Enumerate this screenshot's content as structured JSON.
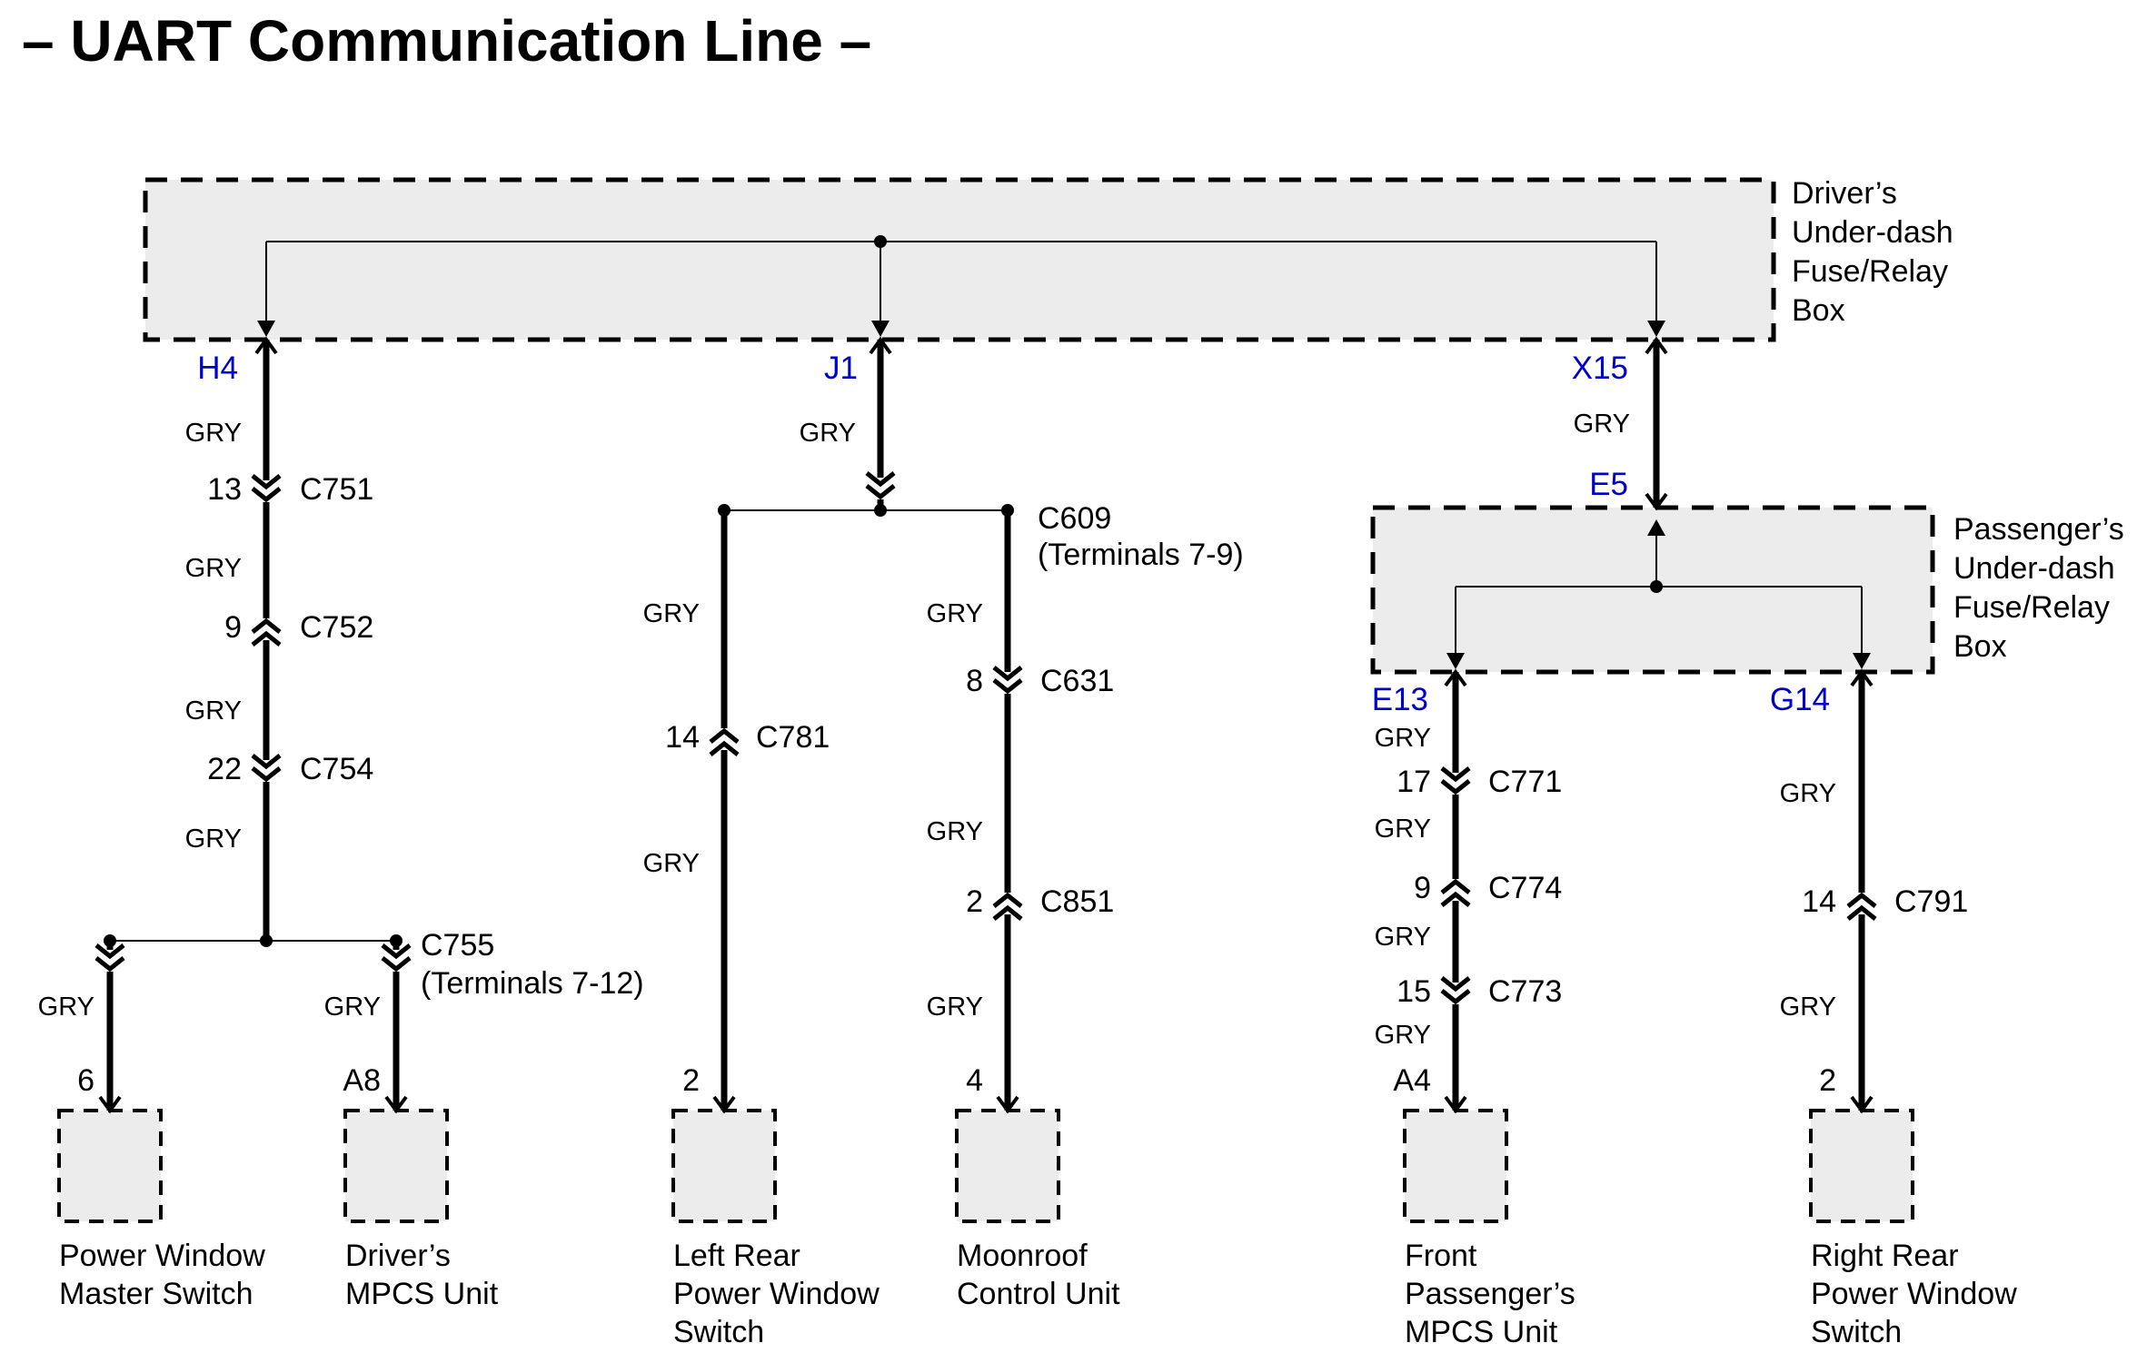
{
  "title": "– UART Communication Line –",
  "wire_color_label": "GRY",
  "colors": {
    "connector_id_blue": "#0000CD",
    "box_fill": "#ECECEC"
  },
  "fuse_boxes": {
    "driver": {
      "lines": [
        "Driver’s",
        "Under-dash",
        "Fuse/Relay",
        "Box"
      ]
    },
    "passenger": {
      "lines": [
        "Passenger’s",
        "Under-dash",
        "Fuse/Relay",
        "Box"
      ]
    }
  },
  "terminals": {
    "h4": "H4",
    "j1": "J1",
    "x15": "X15",
    "e5": "E5",
    "e13": "E13",
    "g14": "G14"
  },
  "inline_connectors": {
    "c751": {
      "pin": "13",
      "name": "C751"
    },
    "c752": {
      "pin": "9",
      "name": "C752"
    },
    "c754": {
      "pin": "22",
      "name": "C754"
    },
    "c781": {
      "pin": "14",
      "name": "C781"
    },
    "c631": {
      "pin": "8",
      "name": "C631"
    },
    "c851": {
      "pin": "2",
      "name": "C851"
    },
    "c771": {
      "pin": "17",
      "name": "C771"
    },
    "c774": {
      "pin": "9",
      "name": "C774"
    },
    "c773": {
      "pin": "15",
      "name": "C773"
    },
    "c791": {
      "pin": "14",
      "name": "C791"
    }
  },
  "junction_connectors": {
    "c755": {
      "name": "C755",
      "note": "(Terminals 7-12)"
    },
    "c609": {
      "name": "C609",
      "note": "(Terminals 7-9)"
    }
  },
  "components": [
    {
      "pin": "6",
      "lines": [
        "Power Window",
        "Master Switch",
        ""
      ]
    },
    {
      "pin": "A8",
      "lines": [
        "Driver’s",
        "MPCS Unit",
        ""
      ]
    },
    {
      "pin": "2",
      "lines": [
        "Left Rear",
        "Power Window",
        "Switch"
      ]
    },
    {
      "pin": "4",
      "lines": [
        "Moonroof",
        "Control Unit",
        ""
      ]
    },
    {
      "pin": "A4",
      "lines": [
        "Front",
        "Passenger’s",
        "MPCS Unit"
      ]
    },
    {
      "pin": "2",
      "lines": [
        "Right Rear",
        "Power Window",
        "Switch"
      ]
    }
  ]
}
